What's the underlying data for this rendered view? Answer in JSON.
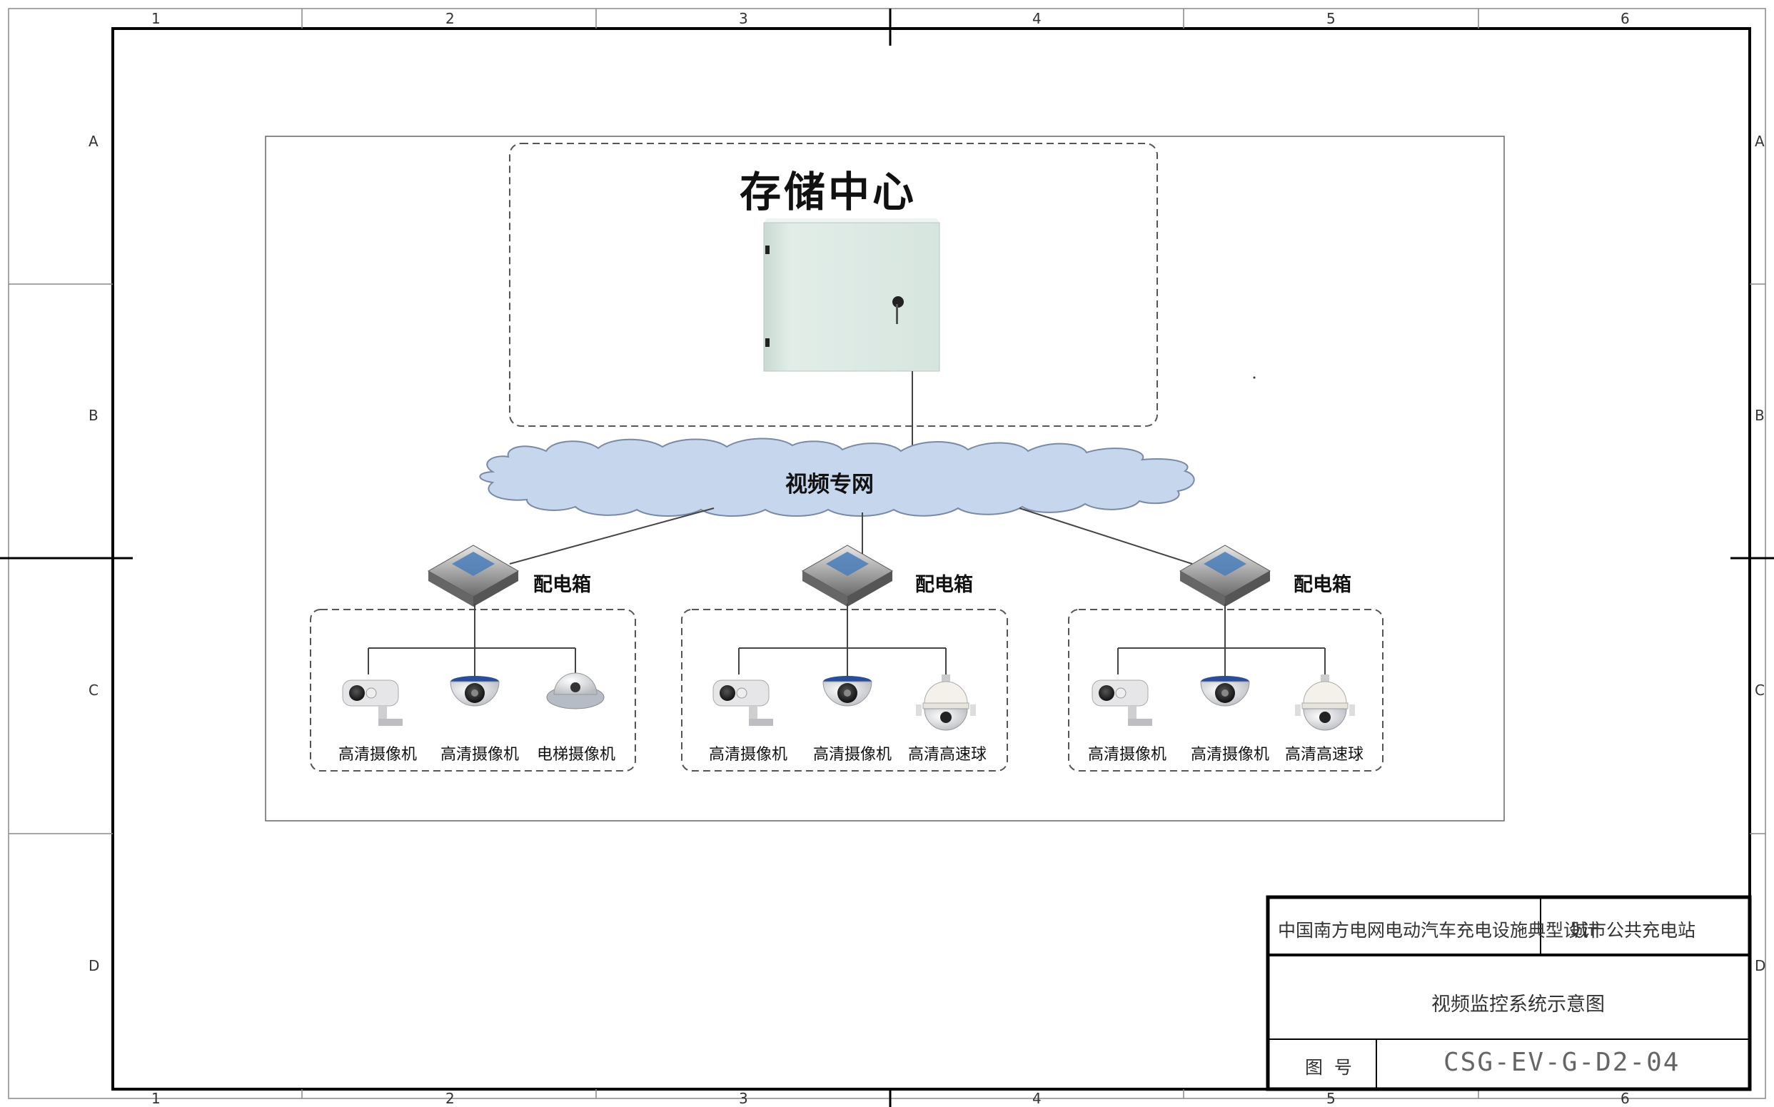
{
  "zones": {
    "columns": [
      "1",
      "2",
      "3",
      "4",
      "5",
      "6"
    ],
    "rows": [
      "A",
      "B",
      "C",
      "D"
    ]
  },
  "diagram": {
    "storage_center": "存储中心",
    "network": "视频专网",
    "distribution_boxes": [
      {
        "label": "配电箱",
        "cameras": [
          {
            "label": "高清摄像机",
            "icon": "bullet-camera-icon"
          },
          {
            "label": "高清摄像机",
            "icon": "dome-camera-icon"
          },
          {
            "label": "电梯摄像机",
            "icon": "elevator-camera-icon"
          }
        ]
      },
      {
        "label": "配电箱",
        "cameras": [
          {
            "label": "高清摄像机",
            "icon": "bullet-camera-icon"
          },
          {
            "label": "高清摄像机",
            "icon": "dome-camera-icon"
          },
          {
            "label": "高清高速球",
            "icon": "speed-dome-camera-icon"
          }
        ]
      },
      {
        "label": "配电箱",
        "cameras": [
          {
            "label": "高清摄像机",
            "icon": "bullet-camera-icon"
          },
          {
            "label": "高清摄像机",
            "icon": "dome-camera-icon"
          },
          {
            "label": "高清高速球",
            "icon": "speed-dome-camera-icon"
          }
        ]
      }
    ]
  },
  "title_block": {
    "project": "中国南方电网电动汽车充电设施典型设计",
    "site": "城市公共充电站",
    "drawing_title": "视频监控系统示意图",
    "drawing_no_label": "图  号",
    "drawing_no": "CSG-EV-G-D2-04"
  },
  "colors": {
    "cloud_fill": "#c6d6ec",
    "cloud_stroke": "#7a8aa6",
    "cabinet": "#dde9e3",
    "frame": "#000000"
  }
}
